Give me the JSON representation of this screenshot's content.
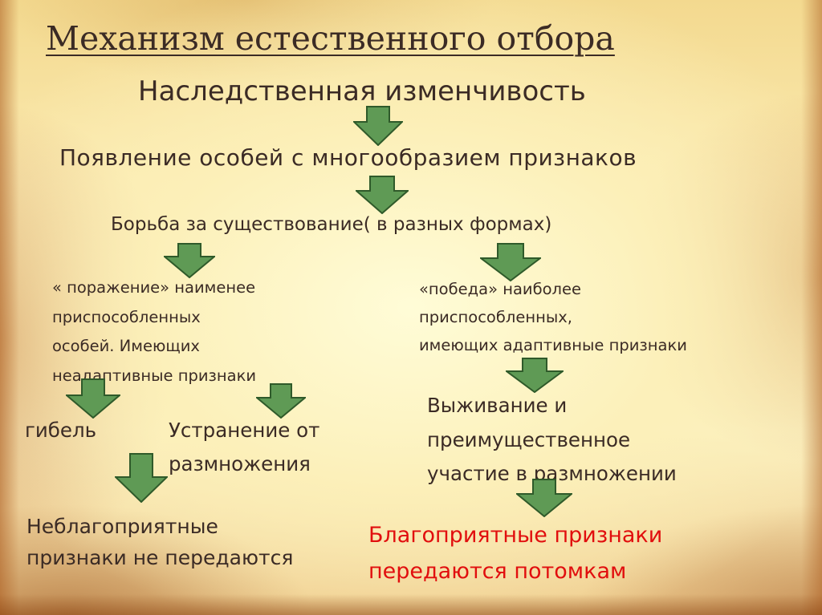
{
  "title": "Механизм естественного отбора",
  "steps": {
    "heredity": "Наследственная изменчивость",
    "diversity": "Появление особей с многообразием признаков",
    "struggle": "Борьба за существование( в разных формах)"
  },
  "left_branch": {
    "defeat_lines": [
      "« поражение» наименее",
      "приспособленных",
      "особей. Имеющих",
      "неадаптивные признаки"
    ],
    "death": "гибель",
    "elimination_lines": [
      "Устранение от",
      "размножения"
    ],
    "result_lines": [
      "Неблагоприятные",
      "признаки не передаются"
    ]
  },
  "right_branch": {
    "victory_lines": [
      "«победа» наиболее",
      "приспособленных,",
      "имеющих  адаптивные признаки"
    ],
    "survival_lines": [
      "Выживание и",
      "преимущественное",
      "участие в размножении"
    ],
    "result_lines": [
      "Благоприятные признаки",
      "передаются потомкам"
    ]
  },
  "colors": {
    "text": "#3b2b25",
    "result_highlight": "#e10e0e",
    "arrow_fill": "#5f9a55",
    "arrow_stroke": "#2f5a2a"
  },
  "icons": {
    "arrow": "down-arrow-icon"
  }
}
